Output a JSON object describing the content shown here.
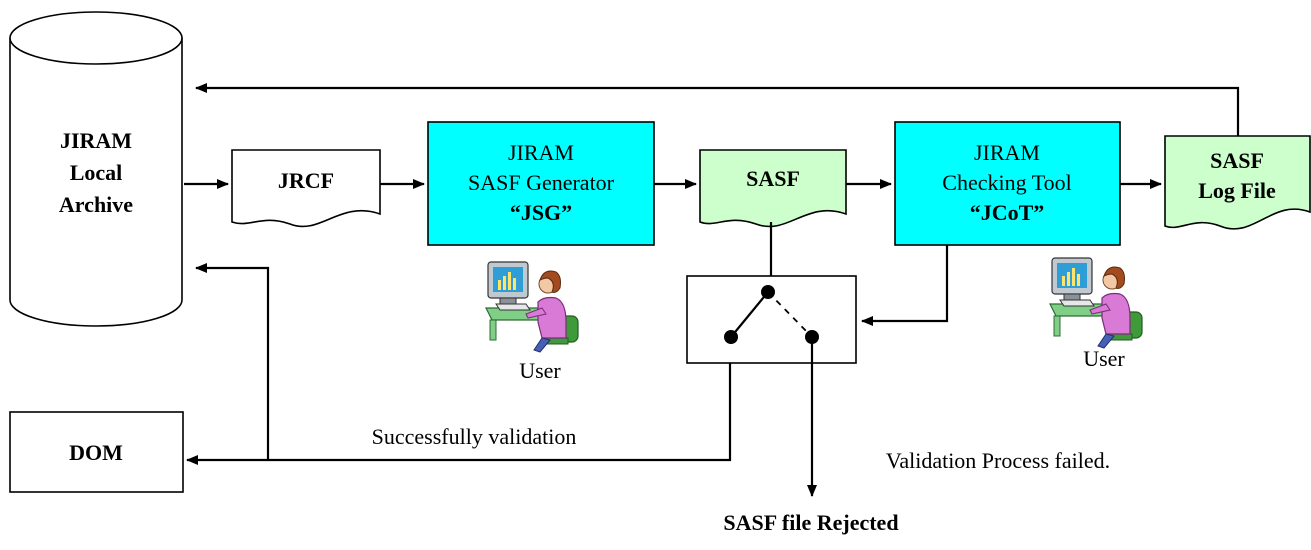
{
  "archive": {
    "line1": "JIRAM",
    "line2": "Local",
    "line3": "Archive"
  },
  "jrcf": {
    "label": "JRCF"
  },
  "jsg": {
    "line1": "JIRAM",
    "line2": "SASF Generator",
    "line3": "“JSG”"
  },
  "sasf": {
    "label": "SASF"
  },
  "jcot": {
    "line1": "JIRAM",
    "line2": "Checking Tool",
    "line3": "“JCoT”"
  },
  "logfile": {
    "line1": "SASF",
    "line2": "Log File"
  },
  "dom": {
    "label": "DOM"
  },
  "users": {
    "user1": "User",
    "user2": "User"
  },
  "messages": {
    "success": "Successfully validation",
    "failed": "Validation Process failed.",
    "rejected": "SASF file Rejected"
  },
  "icons": {
    "user_icon": "computer-user-icon",
    "switch_icon": "validation-switch-icon"
  },
  "colors": {
    "process_box": "#00ffff",
    "document_box": "#ccffcc",
    "stroke": "#000000"
  }
}
